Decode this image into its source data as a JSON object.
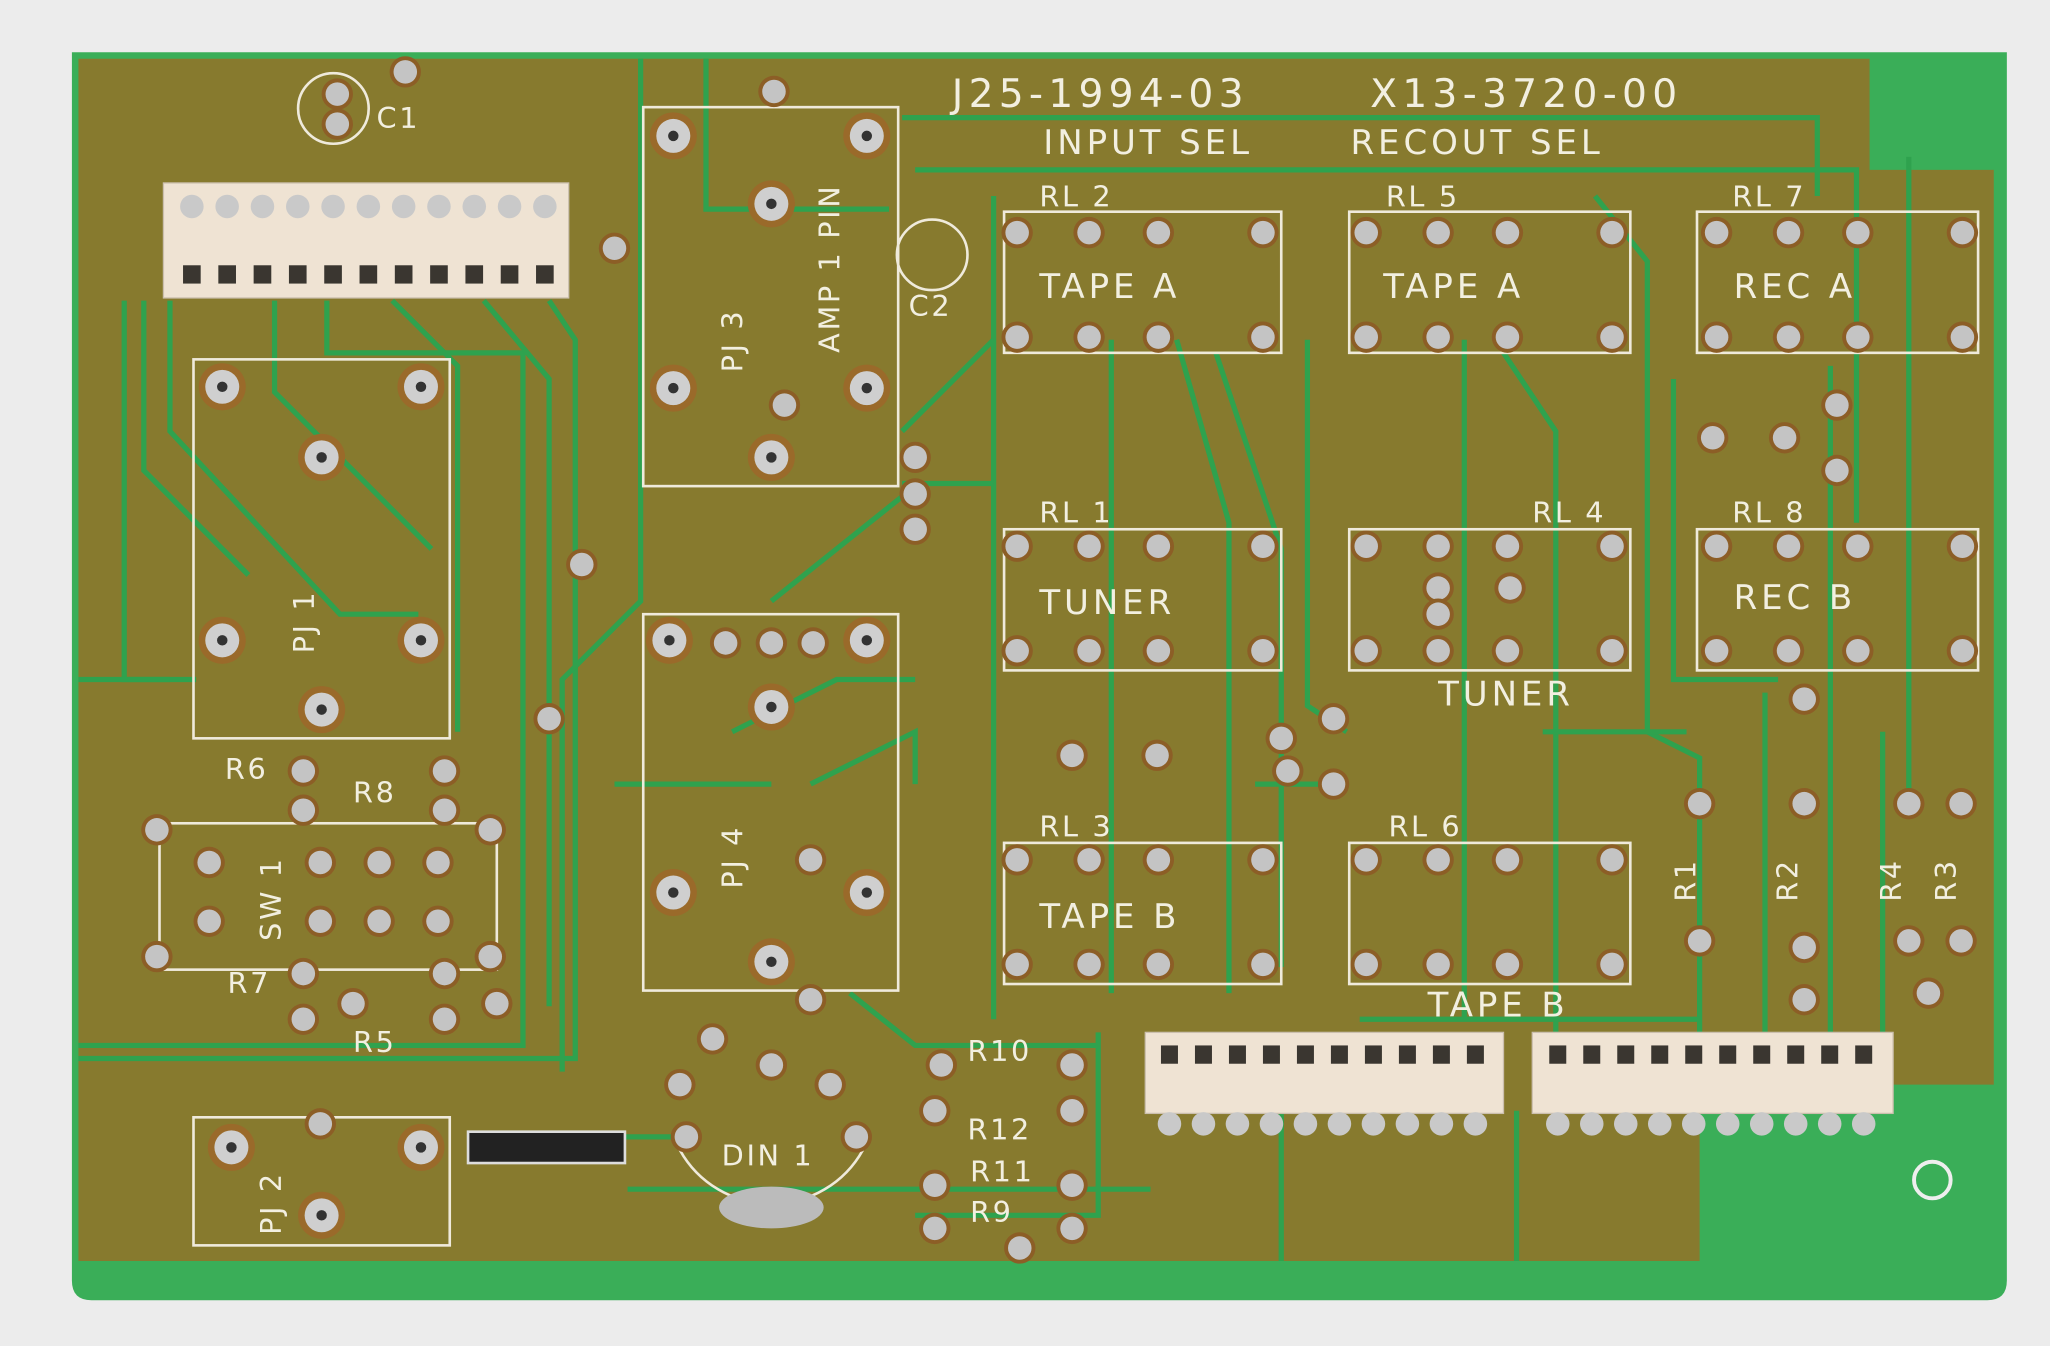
{
  "board": {
    "part_number": "J25-1994-03",
    "code": "X13-3720-00",
    "colors": {
      "substrate": "#877a2e",
      "mask": "#35ad57",
      "pad": "#c9c9c9",
      "silkscreen": "#f2efe0",
      "connector": "#efe3d3"
    }
  },
  "sections": {
    "input_sel": "INPUT SEL",
    "recout_sel": "RECOUT SEL"
  },
  "relays": {
    "rl2": "RL 2",
    "rl2_label": "TAPE A",
    "rl5": "RL 5",
    "rl5_label": "TAPE A",
    "rl7": "RL 7",
    "rl7_label": "REC A",
    "rl1": "RL 1",
    "rl1_label": "TUNER",
    "rl4": "RL 4",
    "rl4_label": "TUNER",
    "rl8": "RL 8",
    "rl8_label": "REC B",
    "rl3": "RL 3",
    "rl3_label": "TAPE B",
    "rl6": "RL 6",
    "rl6_label": "TAPE B"
  },
  "components": {
    "c1": "C1",
    "c2": "C2",
    "pj1": "PJ 1",
    "pj2": "PJ 2",
    "pj3": "PJ 3",
    "pj4": "PJ 4",
    "amp": "AMP 1 PIN",
    "sw1": "SW 1",
    "r1": "R1",
    "r2": "R2",
    "r3": "R3",
    "r4": "R4",
    "r5": "R5",
    "r6": "R6",
    "r7": "R7",
    "r8": "R8",
    "r9": "R9",
    "r10": "R10",
    "r11": "R11",
    "r12": "R12",
    "din1": "DIN 1"
  }
}
